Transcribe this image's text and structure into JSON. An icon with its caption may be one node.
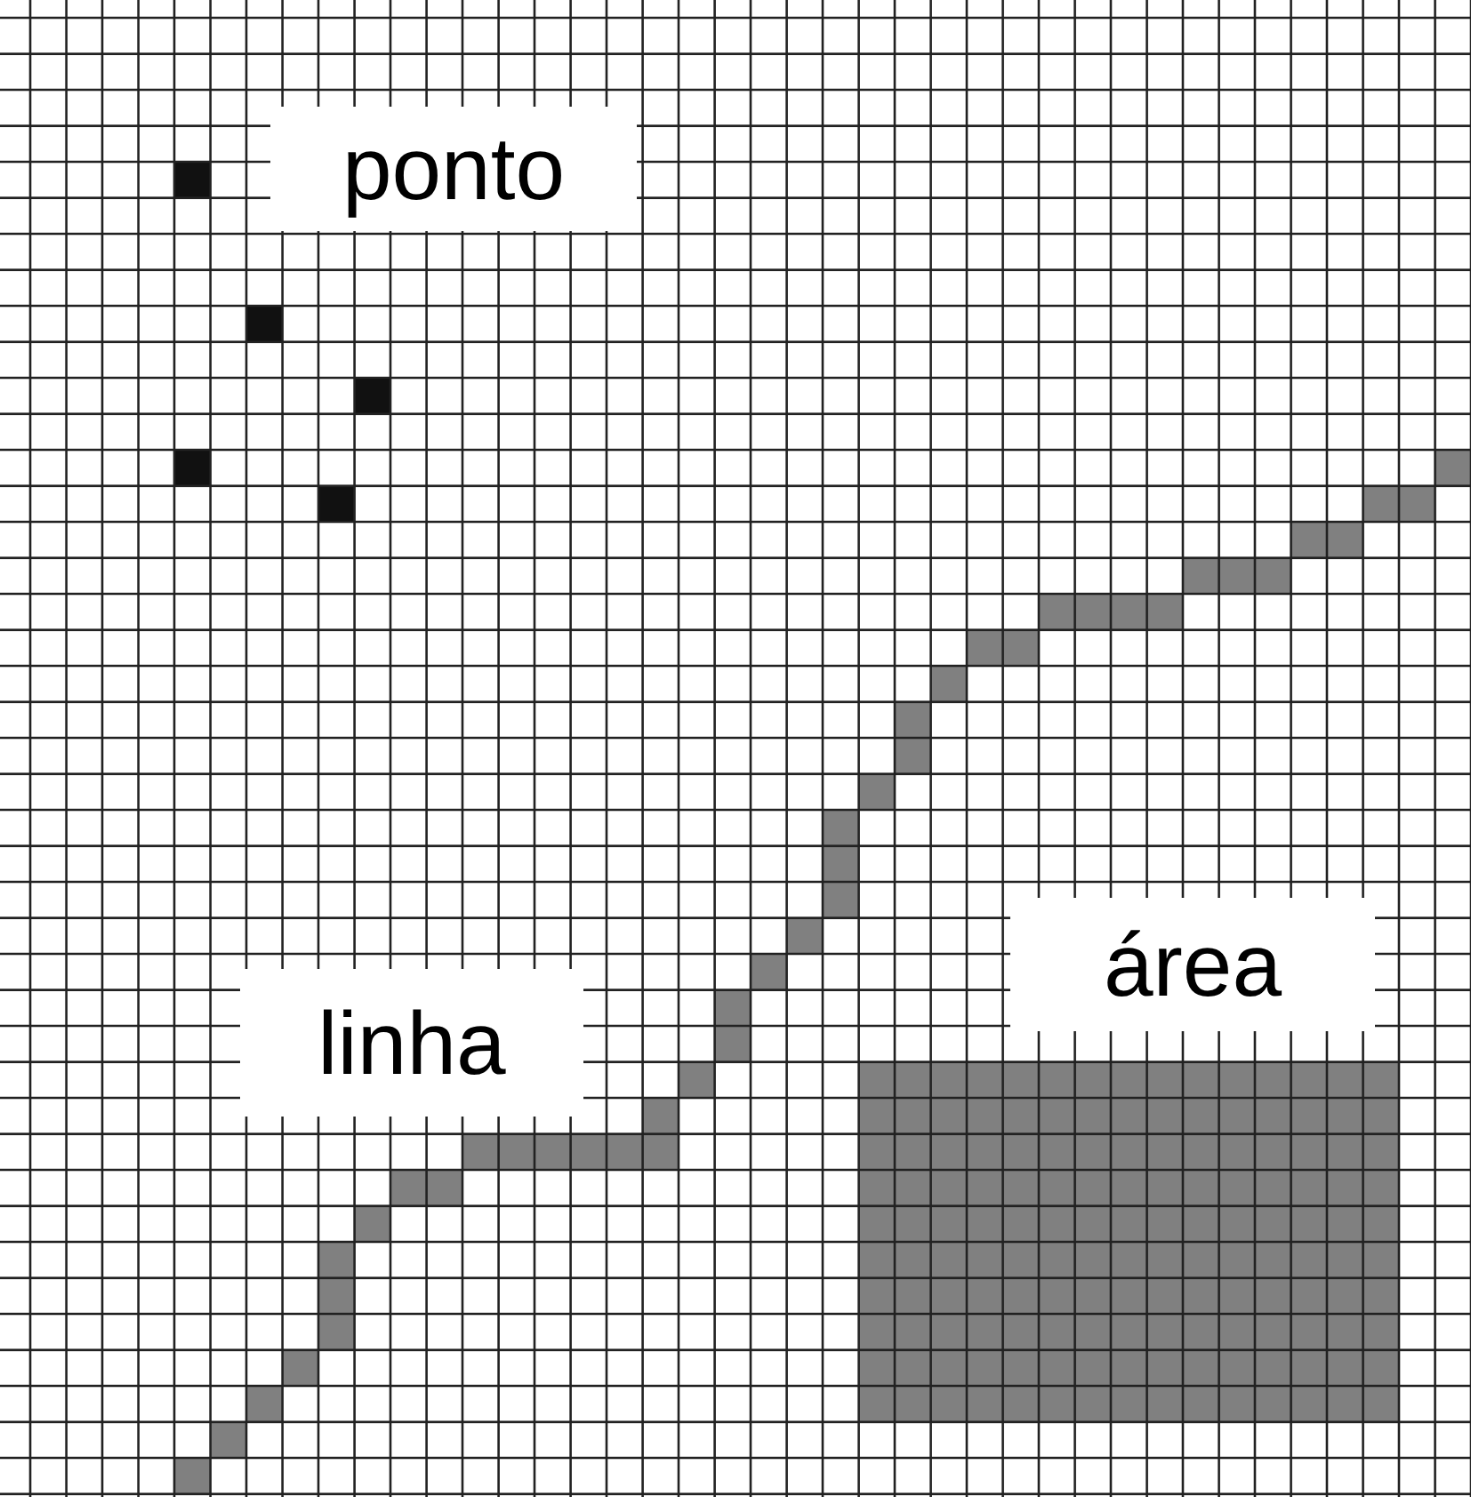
{
  "diagram": {
    "labels": [
      "ponto",
      "linha",
      "área"
    ]
  }
}
